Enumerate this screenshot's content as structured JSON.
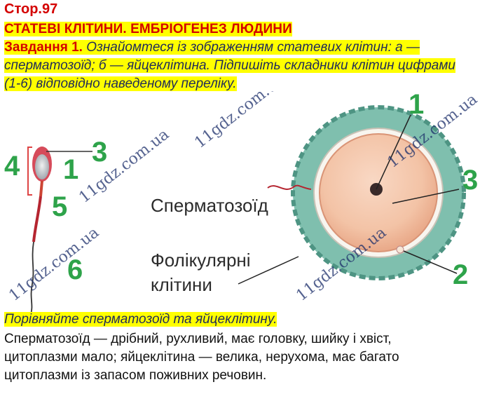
{
  "page": {
    "number": "Стор.97"
  },
  "title": "СТАТЕВІ КЛІТИНИ. ЕМБРІОГЕНЕЗ ЛЮДИНИ",
  "task": {
    "label": "Завдання 1.",
    "text_line1": " Ознайомтеся із зображенням статевих клітин: а —",
    "text_line2": "сперматозоїд; б — яйцеклітина. Підпишіть складники клітин цифрами",
    "text_line3": "(1-6) відповідно наведеному переліку."
  },
  "figure": {
    "label_sperm": "Сперматозоїд",
    "label_follicular_1": "Фолікулярні",
    "label_follicular_2": "клітини",
    "sperm_numbers": {
      "n4": "4",
      "n3": "3",
      "n1": "1",
      "n5": "5",
      "n6": "6"
    },
    "egg_numbers": {
      "n1": "1",
      "n3": "3",
      "n2": "2"
    }
  },
  "question": "Порівняйте сперматозоїд та яйцеклітину.",
  "answer": {
    "line1": "Сперматозоїд — дрібний, рухливий, має головку, шийку і хвіст,",
    "line2": "цитоплазми мало; яйцеклітина — велика, нерухома, має багато",
    "line3": "цитоплазми із запасом поживних речовин."
  },
  "watermark": "11gdz.com.ua",
  "colors": {
    "heading": "#d40000",
    "highlight": "#ffff00",
    "number_green": "#2ea34a",
    "italic_text": "#1f2a5a"
  }
}
